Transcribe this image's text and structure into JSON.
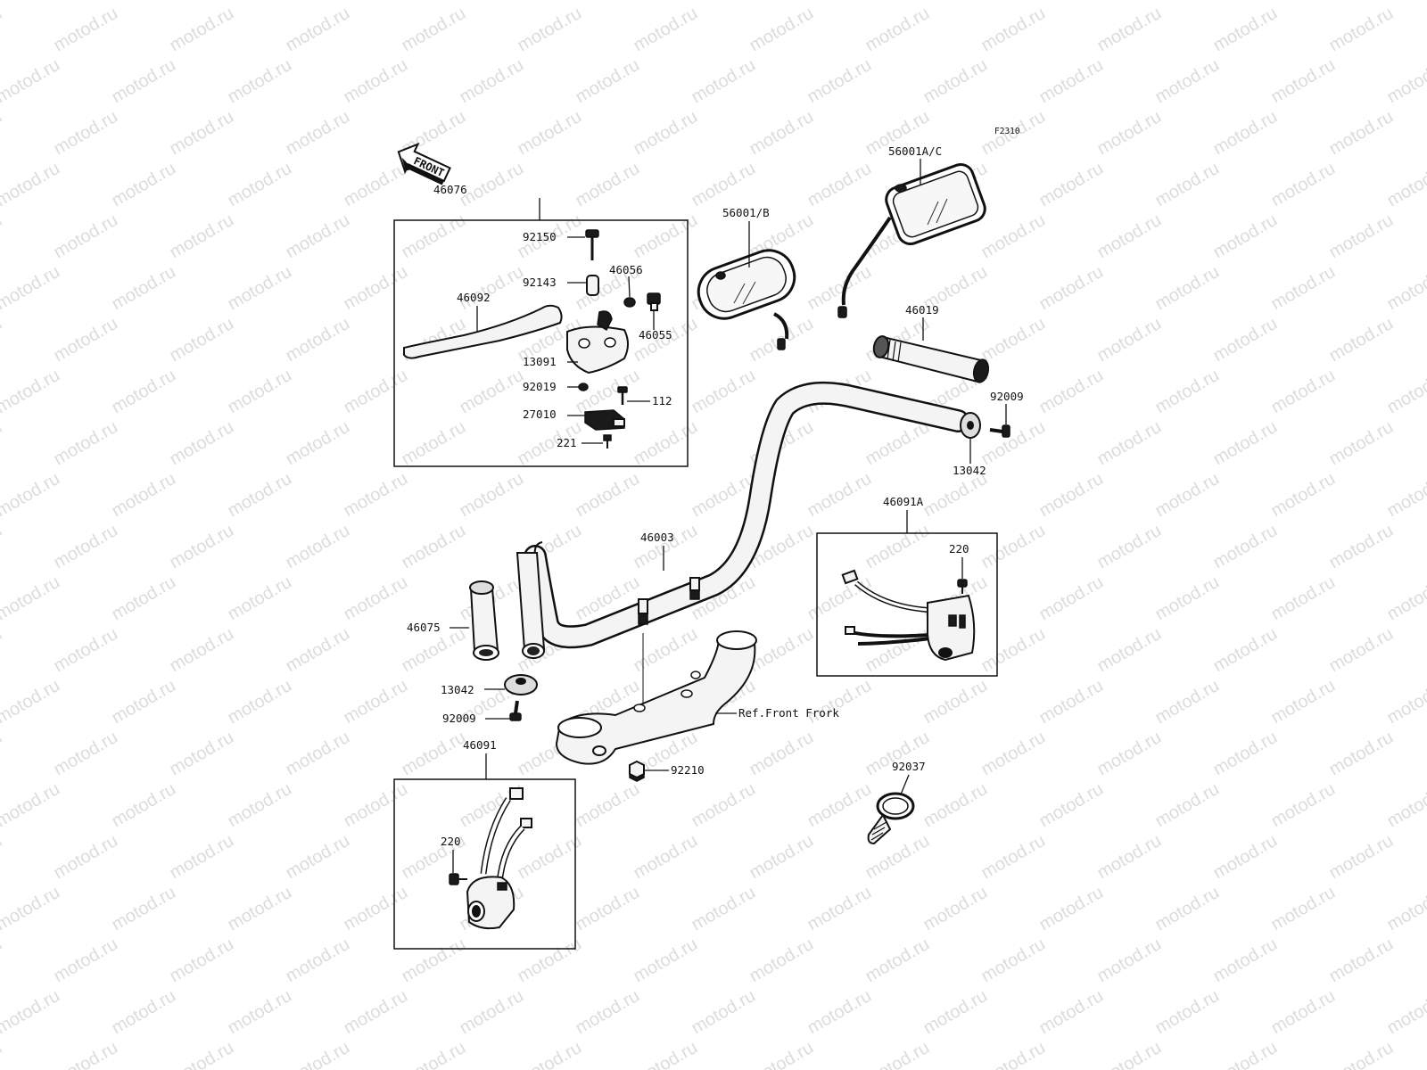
{
  "watermark": "motod.ru",
  "diagram_code": "F2310",
  "front_arrow": "FRONT",
  "labels": {
    "p46076": "46076",
    "p92150": "92150",
    "p92143": "92143",
    "p46056": "46056",
    "p46092": "46092",
    "p46055": "46055",
    "p13091": "13091",
    "p92019": "92019",
    "p112": "112",
    "p27010": "27010",
    "p221": "221",
    "p56001B": "56001/B",
    "p56001AC": "56001A/C",
    "p46019": "46019",
    "p92009r": "92009",
    "p13042r": "13042",
    "p46091A": "46091A",
    "p220r": "220",
    "p46003": "46003",
    "p46075": "46075",
    "p13042l": "13042",
    "p92009l": "92009",
    "pRef": "Ref.Front Frork",
    "p92210": "92210",
    "p46091": "46091",
    "p220l": "220",
    "p92037": "92037"
  }
}
